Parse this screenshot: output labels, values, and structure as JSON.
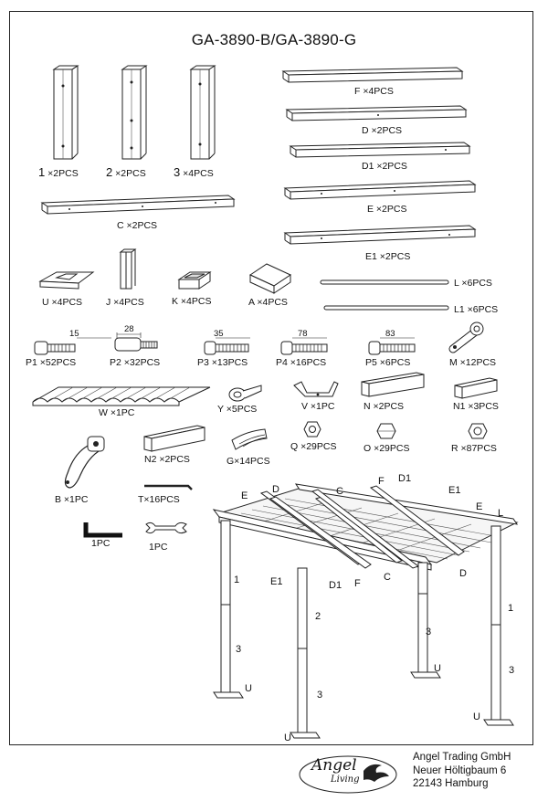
{
  "sheet": {
    "title": "GA-3890-B/GA-3890-G"
  },
  "parts": {
    "p1": {
      "num": "1",
      "qty": "×2PCS"
    },
    "p2": {
      "num": "2",
      "qty": "×2PCS"
    },
    "p3": {
      "num": "3",
      "qty": "×4PCS"
    },
    "F": "F ×4PCS",
    "D": "D ×2PCS",
    "D1": "D1 ×2PCS",
    "C": "C ×2PCS",
    "E": "E ×2PCS",
    "E1": "E1 ×2PCS",
    "U": "U ×4PCS",
    "J": "J ×4PCS",
    "K": "K ×4PCS",
    "A": "A ×4PCS",
    "L": "L ×6PCS",
    "L1": "L1 ×6PCS",
    "P1": "P1 ×52PCS",
    "P2": "P2 ×32PCS",
    "P3": "P3 ×13PCS",
    "P4": "P4 ×16PCS",
    "P5": "P5 ×6PCS",
    "M": "M ×12PCS",
    "W": "W ×1PC",
    "Y": "Y ×5PCS",
    "V": "V ×1PC",
    "N": "N ×2PCS",
    "N1": "N1 ×3PCS",
    "N2": "N2 ×2PCS",
    "G": "G×14PCS",
    "Q": "Q ×29PCS",
    "O": "O ×29PCS",
    "R": "R ×87PCS",
    "B": "B ×1PC",
    "T": "T×16PCS",
    "hexkey": "1PC",
    "wrench": "1PC"
  },
  "dims": {
    "P1": "15",
    "P2": "28",
    "P3": "35",
    "P4": "78",
    "P5": "83"
  },
  "assembly": {
    "labels": [
      "E",
      "D",
      "C",
      "F",
      "D1",
      "E1",
      "E",
      "L",
      "1",
      "2",
      "3",
      "3",
      "3",
      "1",
      "U",
      "U",
      "U",
      "E1",
      "D1",
      "F",
      "C",
      "D",
      "3",
      "U"
    ]
  },
  "company": {
    "name": "Angel Trading GmbH",
    "street": "Neuer Höltigbaum 6",
    "city": "22143 Hamburg",
    "logo_text_1": "Angel",
    "logo_text_2": "Living"
  }
}
